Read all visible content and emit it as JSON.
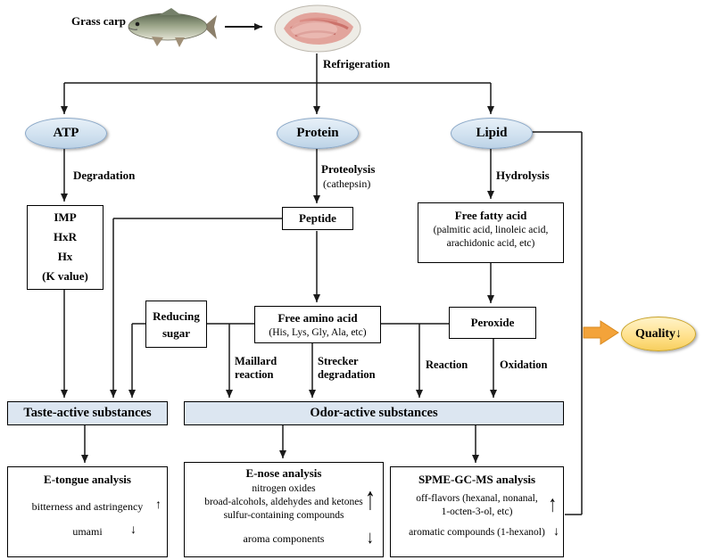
{
  "header": {
    "grass_carp": "Grass carp",
    "refrigeration": "Refrigeration"
  },
  "ellipses": {
    "atp": "ATP",
    "protein": "Protein",
    "lipid": "Lipid",
    "quality": "Quality↓"
  },
  "process_labels": {
    "degradation": "Degradation",
    "proteolysis": "Proteolysis",
    "cathepsin": "(cathepsin)",
    "hydrolysis": "Hydrolysis",
    "maillard_line1": "Maillard",
    "maillard_line2": "reaction",
    "strecker_line1": "Strecker",
    "strecker_line2": "degradation",
    "reaction": "Reaction",
    "oxidation": "Oxidation"
  },
  "boxes": {
    "atp_products": {
      "lines": [
        "IMP",
        "HxR",
        "Hx",
        "(K value)"
      ]
    },
    "peptide": "Peptide",
    "free_fatty_acid": {
      "title": "Free fatty acid",
      "sub_line1": "(palmitic acid, linoleic acid,",
      "sub_line2": "arachidonic acid, etc)"
    },
    "reducing_sugar": {
      "line1": "Reducing",
      "line2": "sugar"
    },
    "free_amino_acid": {
      "title": "Free amino acid",
      "sub": "(His, Lys, Gly, Ala, etc)"
    },
    "peroxide": "Peroxide"
  },
  "bars": {
    "taste": "Taste-active substances",
    "odor": "Odor-active substances"
  },
  "analysis": {
    "etongue": {
      "title": "E-tongue analysis",
      "row1_text": "bitterness and astringency",
      "row1_arrow": "↑",
      "row2_text": "umami",
      "row2_arrow": "↓"
    },
    "enose": {
      "title": "E-nose analysis",
      "group_lines": [
        "nitrogen oxides",
        "broad-alcohols, aldehydes and ketones",
        "sulfur-containing compounds"
      ],
      "group_arrow": "↑",
      "last_text": "aroma components",
      "last_arrow": "↓"
    },
    "spme": {
      "title": "SPME-GC-MS analysis",
      "group_line1": "off-flavors (hexanal, nonanal,",
      "group_line2": "1-octen-3-ol, etc)",
      "group_arrow": "↑",
      "last_text": "aromatic compounds (1-hexanol)",
      "last_arrow": "↓"
    }
  },
  "colors": {
    "node_fill": "#cfe0ef",
    "node_border": "#8aa8c8",
    "bar_fill": "#dce6f1",
    "quality_fill": "#ffe08a",
    "quality_border": "#c9a227",
    "highlight_arrow": "#f3a33a",
    "line": "#1a1a1a"
  }
}
